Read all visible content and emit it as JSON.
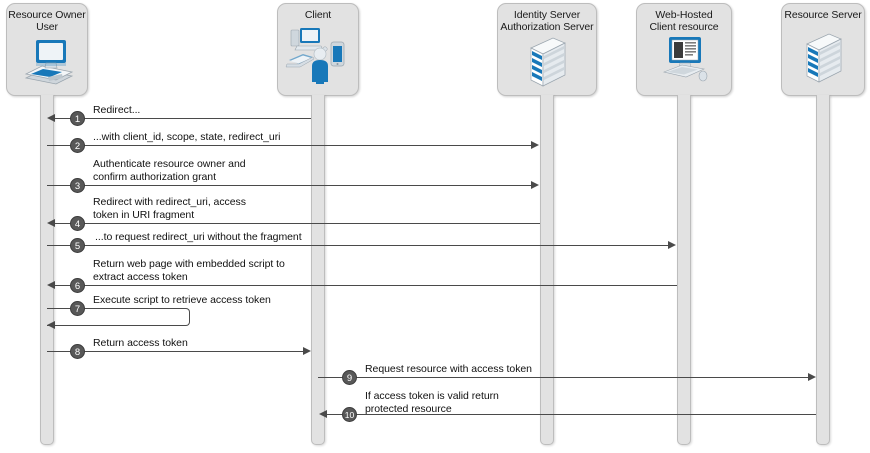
{
  "diagram": {
    "title": "OAuth 2.0 Implicit Flow sequence diagram",
    "type": "sequence-diagram",
    "colors": {
      "lifeline_fill": "#e2e2e2",
      "lifeline_border": "#bdbdbd",
      "line": "#4a4a4a",
      "badge_fill": "#585858",
      "badge_text": "#ffffff",
      "background": "#ffffff",
      "icon_blue": "#1878b9"
    }
  },
  "lifelines": [
    {
      "id": "resource-owner",
      "label": "Resource Owner\nUser",
      "icon": "desktop-computer-icon"
    },
    {
      "id": "client",
      "label": "Client",
      "icon": "devices-user-icon"
    },
    {
      "id": "identity-server",
      "label": "Identity Server\nAuthorization Server",
      "icon": "server-icon"
    },
    {
      "id": "web-hosted",
      "label": "Web-Hosted\nClient resource",
      "icon": "web-page-monitor-icon"
    },
    {
      "id": "resource-server",
      "label": "Resource Server",
      "icon": "server-icon"
    }
  ],
  "messages": [
    {
      "num": "1",
      "label": "Redirect...",
      "from": "client",
      "to": "resource-owner",
      "direction": "left"
    },
    {
      "num": "2",
      "label": "...with client_id, scope, state, redirect_uri",
      "from": "resource-owner",
      "to": "identity-server",
      "direction": "right"
    },
    {
      "num": "3",
      "label": "Authenticate resource owner and\nconfirm authorization grant",
      "from": "resource-owner",
      "to": "identity-server",
      "direction": "right"
    },
    {
      "num": "4",
      "label": "Redirect with redirect_uri, access\ntoken in URI fragment",
      "from": "identity-server",
      "to": "resource-owner",
      "direction": "left"
    },
    {
      "num": "5",
      "label": "...to request redirect_uri without the fragment",
      "from": "resource-owner",
      "to": "web-hosted",
      "direction": "right"
    },
    {
      "num": "6",
      "label": "Return web page with embedded script to\nextract access token",
      "from": "web-hosted",
      "to": "resource-owner",
      "direction": "left"
    },
    {
      "num": "7",
      "label": "Execute script to retrieve access token",
      "from": "resource-owner",
      "to": "resource-owner",
      "direction": "self"
    },
    {
      "num": "8",
      "label": "Return access token",
      "from": "resource-owner",
      "to": "client",
      "direction": "right"
    },
    {
      "num": "9",
      "label": "Request resource with access token",
      "from": "client",
      "to": "resource-server",
      "direction": "right"
    },
    {
      "num": "10",
      "label": "If access token is valid return\nprotected resource",
      "from": "resource-server",
      "to": "client",
      "direction": "left"
    }
  ]
}
